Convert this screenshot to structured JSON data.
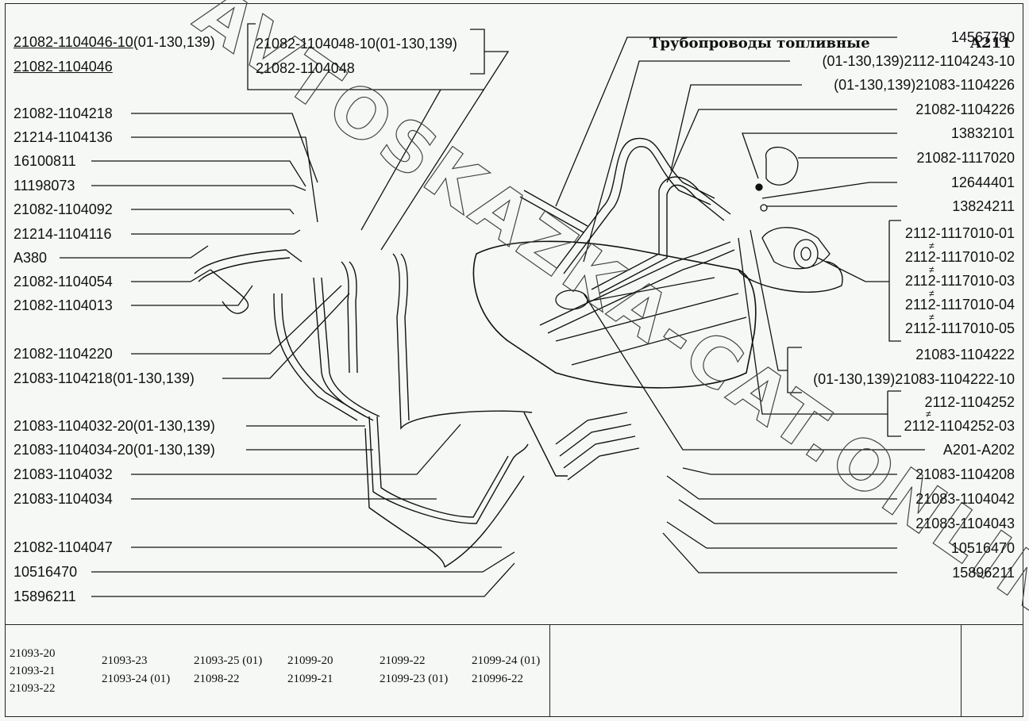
{
  "left_labels": [
    {
      "text_main": "21082-1104046-10",
      "text_suffix": "(01-130,139)",
      "underline": true
    },
    {
      "text_main": "21082-1104046",
      "text_suffix": "",
      "underline": true
    },
    {
      "text_main": "21082-1104218"
    },
    {
      "text_main": "21214-1104136"
    },
    {
      "text_main": "16100811"
    },
    {
      "text_main": "11198073"
    },
    {
      "text_main": "21082-1104092"
    },
    {
      "text_main": "21214-1104116"
    },
    {
      "text_main": "A380"
    },
    {
      "text_main": "21082-1104054"
    },
    {
      "text_main": "21082-1104013"
    },
    {
      "text_main": "21082-1104220"
    },
    {
      "text_main": "21083-1104218(01-130,139)"
    },
    {
      "text_main": "21083-1104032-20(01-130,139)"
    },
    {
      "text_main": "21083-1104034-20(01-130,139)"
    },
    {
      "text_main": "21083-1104032"
    },
    {
      "text_main": "21083-1104034"
    },
    {
      "text_main": "21082-1104047"
    },
    {
      "text_main": "10516470"
    },
    {
      "text_main": "15896211"
    }
  ],
  "top_bracket_labels": [
    "21082-1104048-10(01-130,139)",
    "21082-1104048"
  ],
  "right_labels": [
    "14567780",
    "(01-130,139)2112-1104243-10",
    "(01-130,139)21083-1104226",
    "21082-1104226",
    "13832101",
    "21082-1117020",
    "12644401",
    "13824211"
  ],
  "filter_group": [
    "2112-1117010-01",
    "2112-1117010-02",
    "2112-1117010-03",
    "2112-1117010-04",
    "2112-1117010-05"
  ],
  "neq_symbol": "≠",
  "tank_group": [
    "21083-1104222",
    "(01-130,139)21083-1104222-10"
  ],
  "hose_group": [
    "2112-1104252",
    "2112-1104252-03"
  ],
  "right_labels_lower": [
    "A201-A202",
    "21083-1104208",
    "21083-1104042",
    "21083-1104043",
    "10516470",
    "15896211"
  ],
  "title_block": {
    "models_col1": [
      "21093-20",
      "21093-21",
      "21093-22"
    ],
    "models_grid": [
      [
        "21093-23",
        "21093-25 (01)",
        "21099-20",
        "21099-22",
        "21099-24 (01)"
      ],
      [
        "21093-24 (01)",
        "21098-22",
        "21099-21",
        "21099-23 (01)",
        "210996-22"
      ]
    ],
    "title": "Трубопроводы топливные",
    "code": "A211"
  },
  "watermark": "AVTOSKAZKA-CAT.ONLINE"
}
